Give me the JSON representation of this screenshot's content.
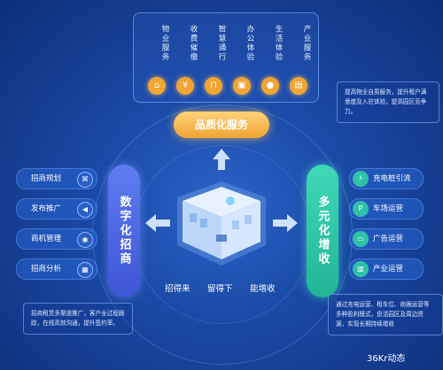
{
  "top": {
    "services": [
      {
        "label": "物业服务",
        "icon": "home-icon",
        "glyph": "⌂"
      },
      {
        "label": "收费催缴",
        "icon": "billing-icon",
        "glyph": "¥"
      },
      {
        "label": "智慧通行",
        "icon": "gate-icon",
        "glyph": "⊓"
      },
      {
        "label": "办公体验",
        "icon": "briefcase-icon",
        "glyph": "▣"
      },
      {
        "label": "生活体验",
        "icon": "person-icon",
        "glyph": "●"
      },
      {
        "label": "产业服务",
        "icon": "industry-icon",
        "glyph": "▤"
      }
    ],
    "note": "提高物业自质服务，提升租户满意度及入驻体验，提高园区竞争力。",
    "center_label": "品质化服务"
  },
  "left": {
    "pillar": "数字化招商",
    "items": [
      {
        "label": "招商规划",
        "icon": "plan-icon",
        "glyph": "⌘"
      },
      {
        "label": "发布推广",
        "icon": "megaphone-icon",
        "glyph": "◀"
      },
      {
        "label": "商机管理",
        "icon": "location-icon",
        "glyph": "◉"
      },
      {
        "label": "招商分析",
        "icon": "analysis-icon",
        "glyph": "▦"
      }
    ],
    "note": "招商租赁多渠道推广，客户全过程跟踪，在线高效沟通，提升签约率。"
  },
  "right": {
    "pillar": "多元化增收",
    "items": [
      {
        "label": "充电桩引流",
        "icon": "charger-icon",
        "glyph": "⚡"
      },
      {
        "label": "车场运营",
        "icon": "parking-icon",
        "glyph": "P"
      },
      {
        "label": "广告运营",
        "icon": "ad-icon",
        "glyph": "▭"
      },
      {
        "label": "产业运营",
        "icon": "industry-ops-icon",
        "glyph": "▥"
      }
    ],
    "note": "通过充电运营、租车位、商圈运营等多种盈利模式，盘活园区及周边资源，实现长期持续增收"
  },
  "bottom": {
    "labels": [
      "招得来",
      "留得下",
      "能增收"
    ]
  },
  "watermark": "36Kr动态",
  "colors": {
    "accent_orange": "#f0a534",
    "accent_teal": "#2fc1a8",
    "accent_indigo": "#4a64e0"
  }
}
